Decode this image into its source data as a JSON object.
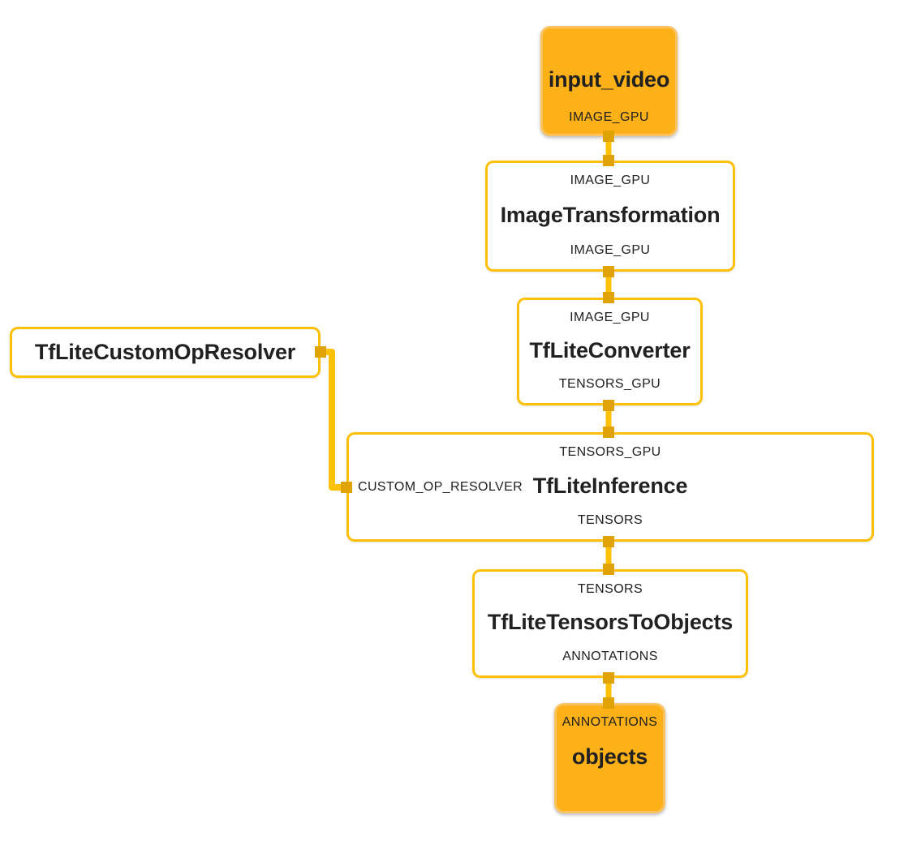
{
  "diagram": {
    "kind": "mediapipe-graph",
    "colors": {
      "stream": "#FFC107",
      "node_border": "#FFC107",
      "terminal_fill": "#FBB117",
      "terminal_border": "#FBC35F",
      "port": "#E0A306",
      "text": "#212121",
      "background": "#FFFFFF"
    },
    "nodes": [
      {
        "id": "input_video",
        "type": "graph-input-terminal",
        "title": "input_video",
        "bottom_label": "IMAGE_GPU"
      },
      {
        "id": "ImageTransformation",
        "type": "calculator",
        "top_label": "IMAGE_GPU",
        "title": "ImageTransformation",
        "bottom_label": "IMAGE_GPU"
      },
      {
        "id": "TfLiteConverter",
        "type": "calculator",
        "top_label": "IMAGE_GPU",
        "title": "TfLiteConverter",
        "bottom_label": "TENSORS_GPU"
      },
      {
        "id": "TfLiteCustomOpResolver",
        "type": "side-packet-generator",
        "title": "TfLiteCustomOpResolver"
      },
      {
        "id": "TfLiteInference",
        "type": "calculator",
        "top_label": "TENSORS_GPU",
        "side_label": "CUSTOM_OP_RESOLVER",
        "title": "TfLiteInference",
        "bottom_label": "TENSORS"
      },
      {
        "id": "TfLiteTensorsToObjects",
        "type": "calculator",
        "top_label": "TENSORS",
        "title": "TfLiteTensorsToObjects",
        "bottom_label": "ANNOTATIONS"
      },
      {
        "id": "objects",
        "type": "graph-output-terminal",
        "top_label": "ANNOTATIONS",
        "title": "objects"
      }
    ],
    "edges": [
      {
        "from": "input_video",
        "to": "ImageTransformation",
        "stream": "IMAGE_GPU"
      },
      {
        "from": "ImageTransformation",
        "to": "TfLiteConverter",
        "stream": "IMAGE_GPU"
      },
      {
        "from": "TfLiteConverter",
        "to": "TfLiteInference",
        "stream": "TENSORS_GPU"
      },
      {
        "from": "TfLiteCustomOpResolver",
        "to": "TfLiteInference",
        "stream": "CUSTOM_OP_RESOLVER"
      },
      {
        "from": "TfLiteInference",
        "to": "TfLiteTensorsToObjects",
        "stream": "TENSORS"
      },
      {
        "from": "TfLiteTensorsToObjects",
        "to": "objects",
        "stream": "ANNOTATIONS"
      }
    ]
  }
}
